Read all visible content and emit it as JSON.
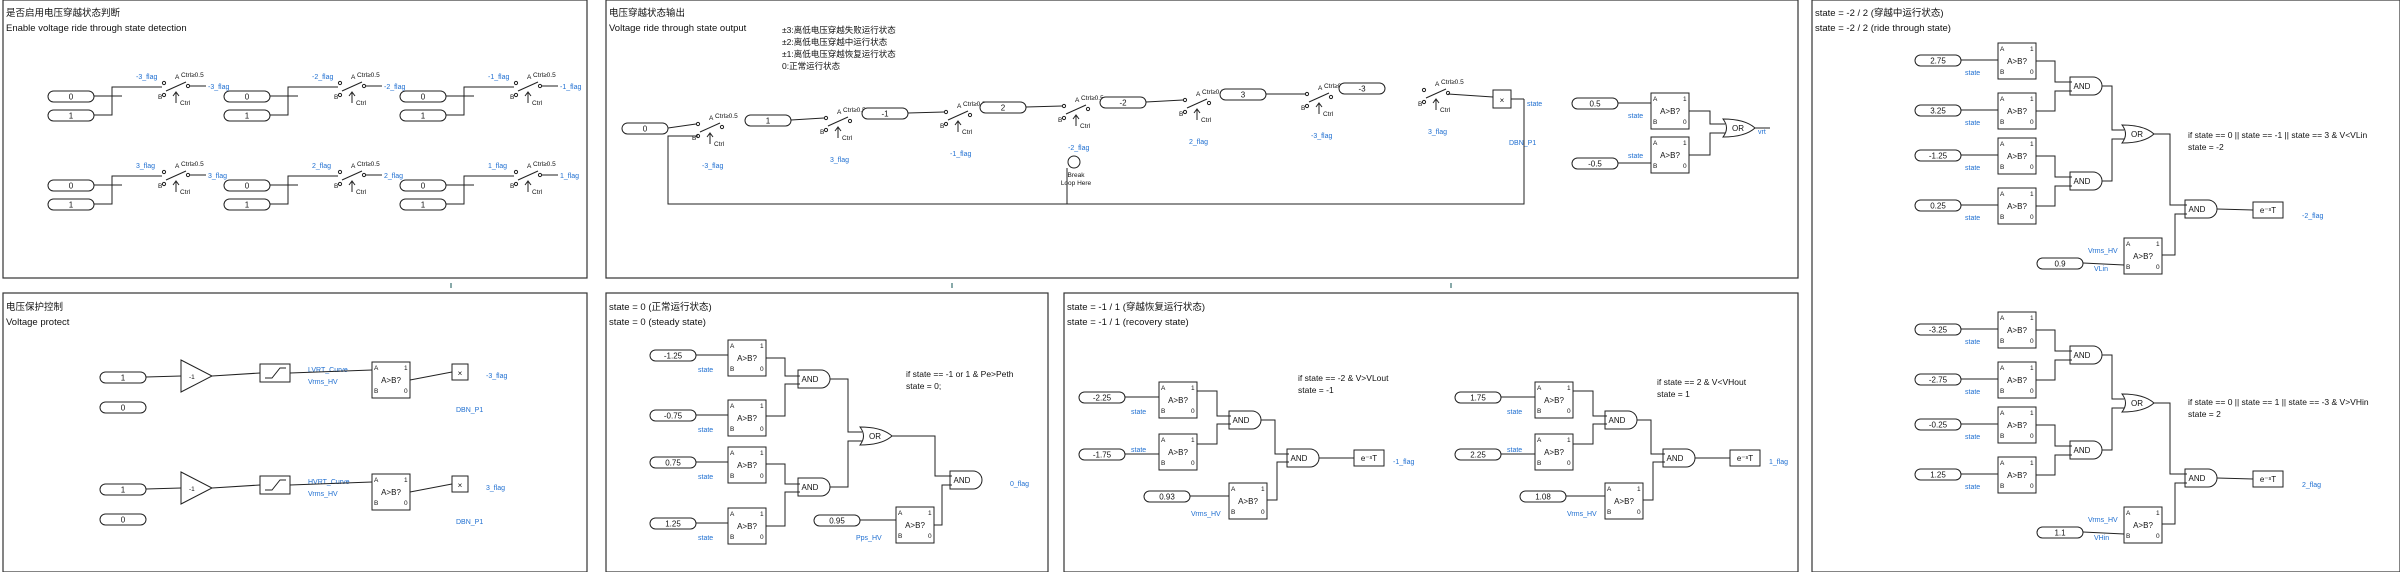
{
  "panels": {
    "p1": {
      "title_cn": "是否启用电压穿越状态判断",
      "title_en": "Enable voltage ride through state detection"
    },
    "p2": {
      "title_cn": "电压穿越状态输出",
      "title_en": "Voltage ride through state output",
      "legend": [
        "±3:离低电压穿越失败运行状态",
        "±2:离低电压穿越中运行状态",
        "±1:离低电压穿越恢复运行状态",
        "0:正常运行状态"
      ]
    },
    "p3": {
      "title_cn": "state = -2 / 2 (穿越中运行状态)",
      "title_en": "state = -2 / 2 (ride through state)",
      "cond_top": [
        "if state == 0 || state == -1 || state == 3 & V<VLin",
        "state = -2"
      ],
      "cond_bot": [
        "if state == 0 || state == 1 || state == -3 & V>VHin",
        "state = 2"
      ]
    },
    "p4": {
      "title_cn": "电压保护控制",
      "title_en": "Voltage protect"
    },
    "p5": {
      "title_cn": "state = 0 (正常运行状态)",
      "title_en": "state = 0 (steady state)",
      "cond": [
        "if state == -1 or 1 & Pe>Peth",
        "state = 0;"
      ]
    },
    "p6": {
      "title_cn": "state = -1 / 1 (穿越恢复运行状态)",
      "title_en": "state = -1 / 1 (recovery state)",
      "cond_a": [
        "if state == -2 & V>VLout",
        "state = -1"
      ],
      "cond_b": [
        "if state == 2 & V<VHout",
        "state = 1"
      ]
    }
  },
  "labels": {
    "cmp": "A>B?",
    "and": "AND",
    "or": "OR",
    "delay": "e⁻ˢT",
    "mul": "×",
    "switch": "Ctrl≥0.5",
    "ctrl": "Ctrl",
    "break_loop": [
      "Break",
      "Loop Here"
    ],
    "dbn_p1": "DBN_P1",
    "state": "state",
    "vrt": "vrt",
    "one_a": "1",
    "one_b": "1"
  },
  "p1_flags": [
    "-3_flag",
    "-2_flag",
    "-1_flag",
    "3_flag",
    "2_flag",
    "1_flag"
  ],
  "p1_consts": [
    "0",
    "1"
  ],
  "p2_chain": [
    "0",
    "1",
    "-1",
    "2",
    "-2",
    "3",
    "-3"
  ],
  "p2_flags": [
    "-3_flag",
    "3_flag",
    "-1_flag",
    "-2_flag",
    "2_flag",
    "-3_flag",
    "3_flag"
  ],
  "p2_right": {
    "consts": [
      "0.5",
      "-0.5"
    ]
  },
  "p3_top_consts": [
    "2.75",
    "3.25",
    "-1.25",
    "0.25"
  ],
  "p3_bot_consts": [
    "-3.25",
    "-2.75",
    "-0.25",
    "1.25"
  ],
  "p3_misc": {
    "c_top": "0.9",
    "c_bot": "1.1",
    "sig_top": [
      "Vrms_HV",
      "VLin"
    ],
    "sig_bot": [
      "Vrms_HV",
      "VHin"
    ],
    "out_top": "-2_flag",
    "out_bot": "2_flag"
  },
  "p4": {
    "consts": [
      "1",
      "0",
      "1",
      "0"
    ],
    "sig": [
      "LVRT_Curve",
      "Vrms_HV",
      "Vrms_HV",
      "HVRT_Curve"
    ],
    "flags": [
      "-3_flag",
      "3_flag"
    ],
    "dbn": [
      "DBN_P1",
      "DBN_P1"
    ],
    "gain": "-1"
  },
  "p5": {
    "consts": [
      "-1.25",
      "-0.75",
      "0.75",
      "1.25",
      "0.95"
    ],
    "sig": "Pps_HV",
    "out": "0_flag"
  },
  "p6": {
    "consts_a": [
      "-2.25",
      "-1.75",
      "0.93"
    ],
    "consts_b": [
      "1.75",
      "2.25",
      "1.08"
    ],
    "sig_a": "Vrms_HV",
    "sig_b": "Vrms_HV",
    "out_a": "-1_flag",
    "out_b": "1_flag"
  }
}
